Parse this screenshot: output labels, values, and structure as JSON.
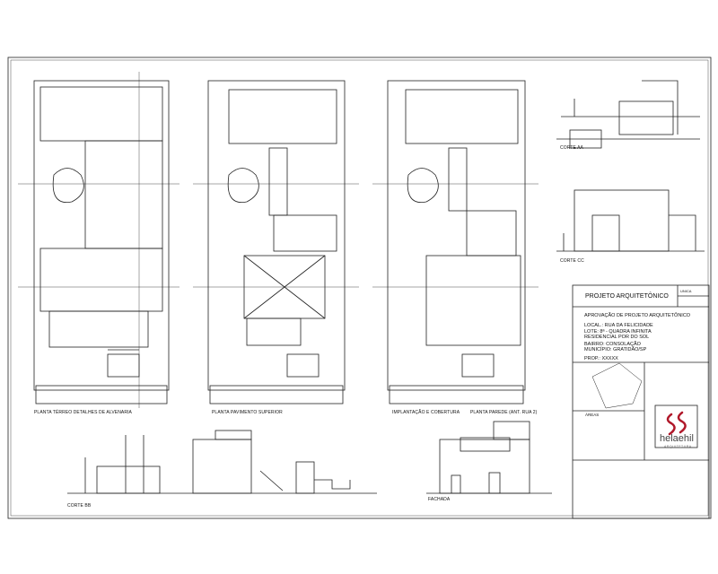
{
  "drawings": {
    "plan_ground": "PLANTA TÉRREO DETALHES DE ALVENARIA",
    "plan_upper": "PLANTA PAVIMENTO SUPERIOR",
    "site_roof": "IMPLANTAÇÃO E COBERTURA",
    "wall_plan": "PLANTA PAREDE (ANT. RUA 2)",
    "section_aa": "CORTE AA",
    "section_cc": "CORTE CC",
    "section_bb": "CORTE BB",
    "facade": "FACHADA"
  },
  "title_block": {
    "project_title": "PROJETO ARQUITETÔNICO",
    "sheet_label": "UNICA",
    "approval": "APROVAÇÃO DE PROJETO ARQUITETÔNICO",
    "location": "LOCAL.: RUA DA FELICIDADE",
    "lot": "LOTE: 8ª - QUADRA INFINITA",
    "residential": "RESIDENCIAL POR DO SOL",
    "district": "BAIRRO: CONSOLAÇÃO",
    "city": "MUNICÍPIO: GRATIDÃO/SP",
    "owner": "PROP.: XXXXX",
    "areas_title": "ÁREAS",
    "logo_name": "helaehil",
    "logo_sub": "ARQUITETURA",
    "brand_color": "#b0182a"
  }
}
